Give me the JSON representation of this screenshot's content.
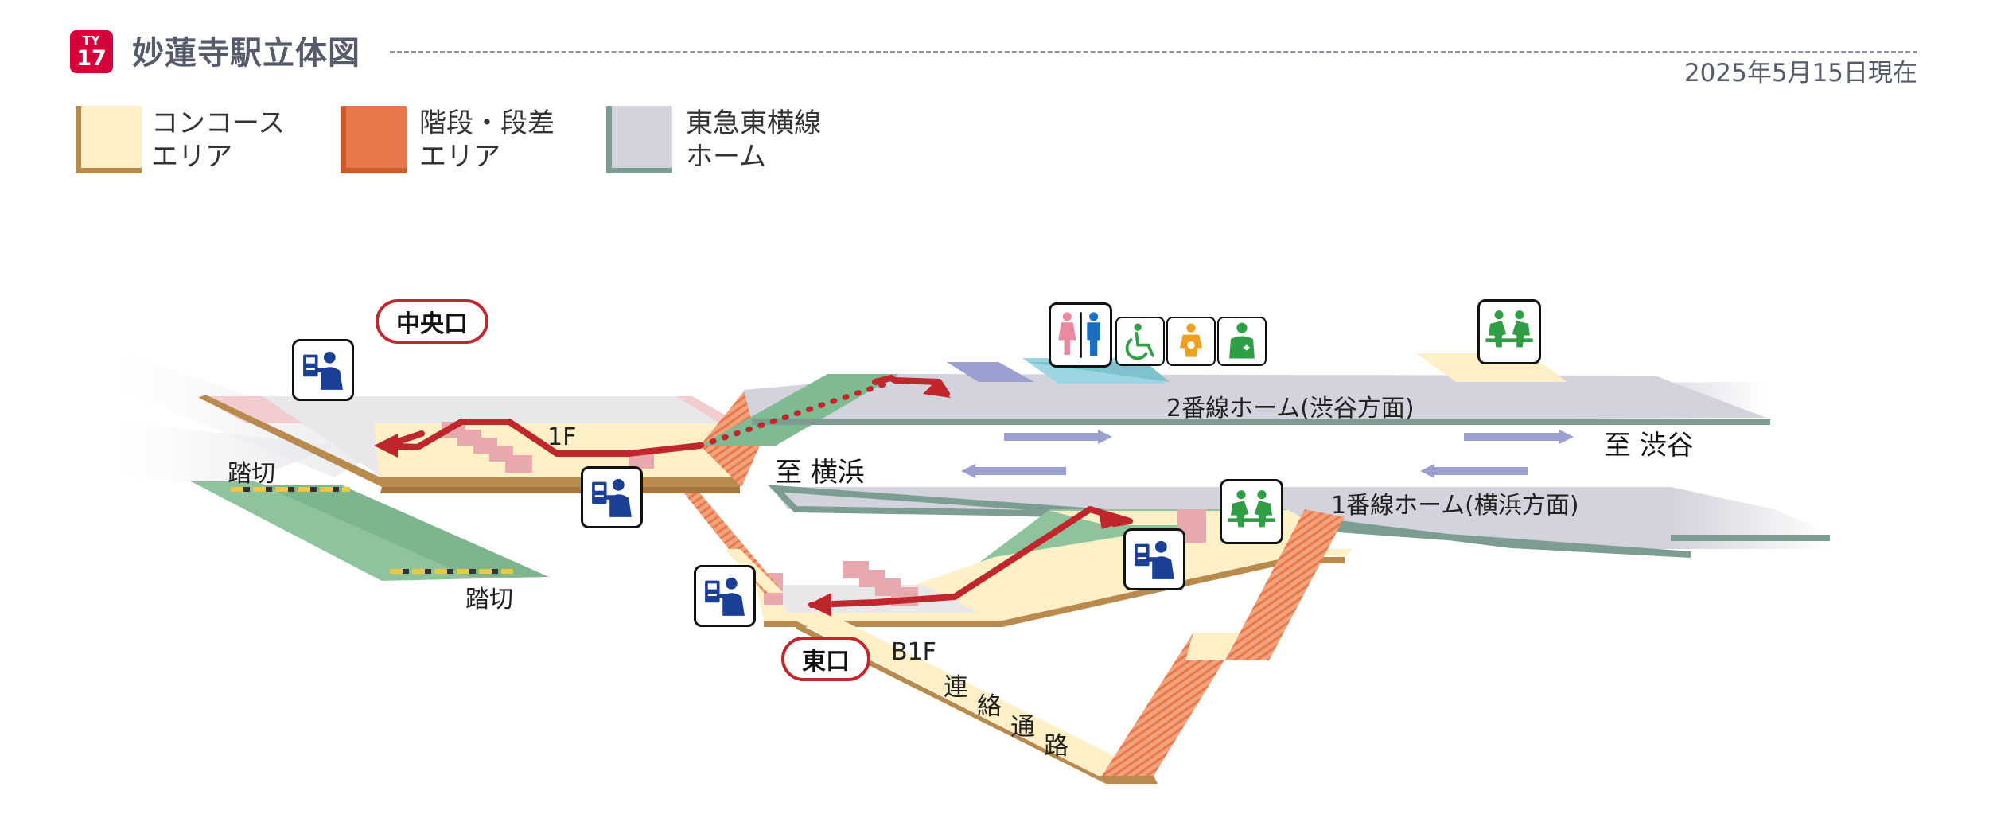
{
  "header": {
    "line_code": "TY",
    "station_number": "17",
    "title": "妙蓮寺駅立体図",
    "date": "2025年5月15日現在"
  },
  "legend": [
    {
      "line1": "コンコース",
      "line2": "エリア"
    },
    {
      "line1": "階段・段差",
      "line2": "エリア"
    },
    {
      "line1": "東急東横線",
      "line2": "ホーム"
    }
  ],
  "labels": {
    "central_exit": "中央口",
    "east_exit": "東口",
    "floor_1f": "1F",
    "floor_b1f": "B1F",
    "railroad_crossing_1": "踏切",
    "railroad_crossing_2": "踏切",
    "to_yokohama": "至 横浜",
    "to_shibuya": "至 渋谷",
    "platform_2": "2番線ホーム(渋谷方面)",
    "platform_1": "1番線ホーム(横浜方面)",
    "passage_chars": [
      "連",
      "絡",
      "通",
      "路"
    ]
  },
  "icons": [
    "ticket-machine-icon",
    "restroom-icon",
    "accessible-toilet-icon",
    "baby-care-icon",
    "ostomate-icon",
    "waiting-area-icon"
  ],
  "colors": {
    "accent": "#d6003a",
    "concourse": "#fdf0c6",
    "stairs": "#e8774a",
    "platform": "#d2d3dc",
    "route": "#c0272d",
    "ticket_blue": "#1b3f94",
    "waiting_green": "#2f9e44"
  }
}
